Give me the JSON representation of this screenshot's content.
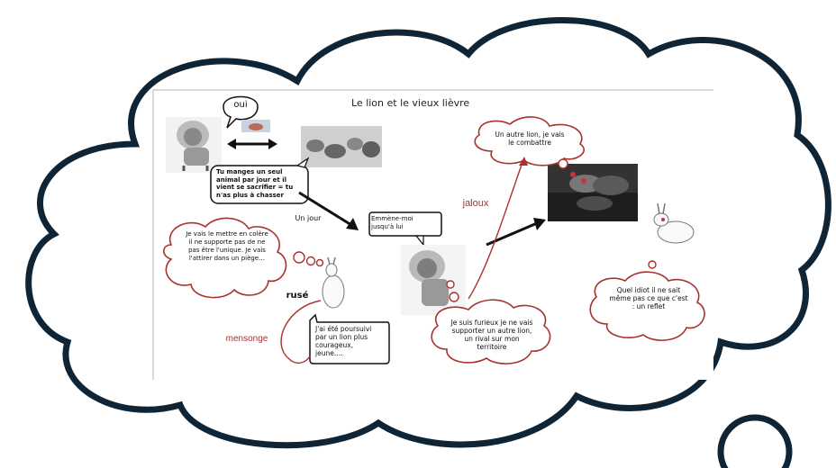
{
  "title": "Le lion et le vieux lièvre",
  "bubbles": {
    "oui": "oui",
    "tu_manges": "Tu manges un seul animal par jour et il vient se sacrifier = tu n'as plus à chasser",
    "emmene_moi": "Emmène-moi jusqu'à lui",
    "jai_ete": "J'ai été poursuivi par un lion plus courageux, jeune….",
    "je_vais_mettre": "Je vais le mettre en colère il ne supporte pas de ne pas être l'unique. Je vais l'attirer dans un piège…",
    "un_autre_lion": "Un autre lion, je vais le combattre",
    "je_suis_furieux": "Je suis furieux je ne vais supporter un autre lion, un rival sur mon territoire",
    "quel_idiot": "Quel idiot il ne sait même pas ce que c'est  : un reflet"
  },
  "labels": {
    "un_jour": "Un jour",
    "jaloux": "jaloux",
    "ruse": "rusé",
    "mensonge": "mensonge"
  },
  "colors": {
    "cloud_outline": "#0f2535",
    "red_accent": "#a8322d"
  },
  "icons": [
    "lion-drawing",
    "hare-drawing",
    "animals-herd-photo",
    "lion-reflection-photo",
    "small-hare-photo"
  ]
}
